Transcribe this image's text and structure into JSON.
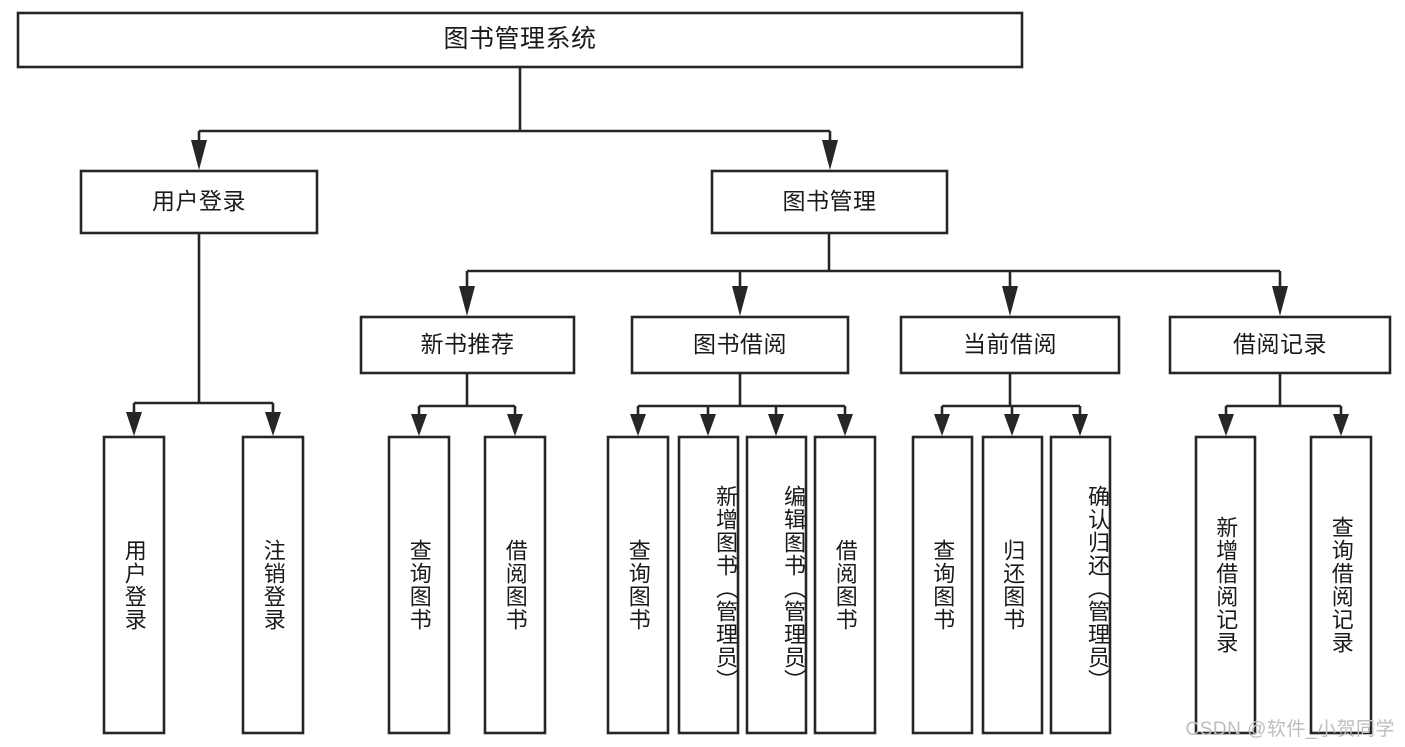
{
  "diagram": {
    "type": "tree-hierarchy",
    "title": "图书管理系统",
    "watermark": "CSDN @软件_小贺同学",
    "colors": {
      "stroke": "#262626",
      "fill": "#ffffff",
      "text": "#1a1a1a",
      "watermark": "#bdbdbd"
    },
    "levels": {
      "root": {
        "label": "图书管理系统"
      },
      "level2": [
        {
          "id": "user-login",
          "label": "用户登录"
        },
        {
          "id": "book-management",
          "label": "图书管理"
        }
      ],
      "level3": [
        {
          "id": "new-book-recommend",
          "label": "新书推荐",
          "parent": "book-management"
        },
        {
          "id": "book-borrow",
          "label": "图书借阅",
          "parent": "book-management"
        },
        {
          "id": "current-borrow",
          "label": "当前借阅",
          "parent": "book-management"
        },
        {
          "id": "borrow-record",
          "label": "借阅记录",
          "parent": "book-management"
        }
      ],
      "leaves": [
        {
          "id": "leaf-user-login",
          "label": "用户登录",
          "parent": "user-login"
        },
        {
          "id": "leaf-logout",
          "label": "注销登录",
          "parent": "user-login"
        },
        {
          "id": "leaf-query-book-1",
          "label": "查询图书",
          "parent": "new-book-recommend"
        },
        {
          "id": "leaf-borrow-book-1",
          "label": "借阅图书",
          "parent": "new-book-recommend"
        },
        {
          "id": "leaf-query-book-2",
          "label": "查询图书",
          "parent": "book-borrow"
        },
        {
          "id": "leaf-add-book",
          "label": "新增图书（管理员）",
          "parent": "book-borrow"
        },
        {
          "id": "leaf-edit-book",
          "label": "编辑图书（管理员）",
          "parent": "book-borrow"
        },
        {
          "id": "leaf-borrow-book-2",
          "label": "借阅图书",
          "parent": "book-borrow"
        },
        {
          "id": "leaf-query-book-3",
          "label": "查询图书",
          "parent": "current-borrow"
        },
        {
          "id": "leaf-return-book",
          "label": "归还图书",
          "parent": "current-borrow"
        },
        {
          "id": "leaf-confirm-return",
          "label": "确认归还（管理员）",
          "parent": "current-borrow"
        },
        {
          "id": "leaf-add-record",
          "label": "新增借阅记录",
          "parent": "borrow-record"
        },
        {
          "id": "leaf-query-record",
          "label": "查询借阅记录",
          "parent": "borrow-record"
        }
      ]
    }
  }
}
